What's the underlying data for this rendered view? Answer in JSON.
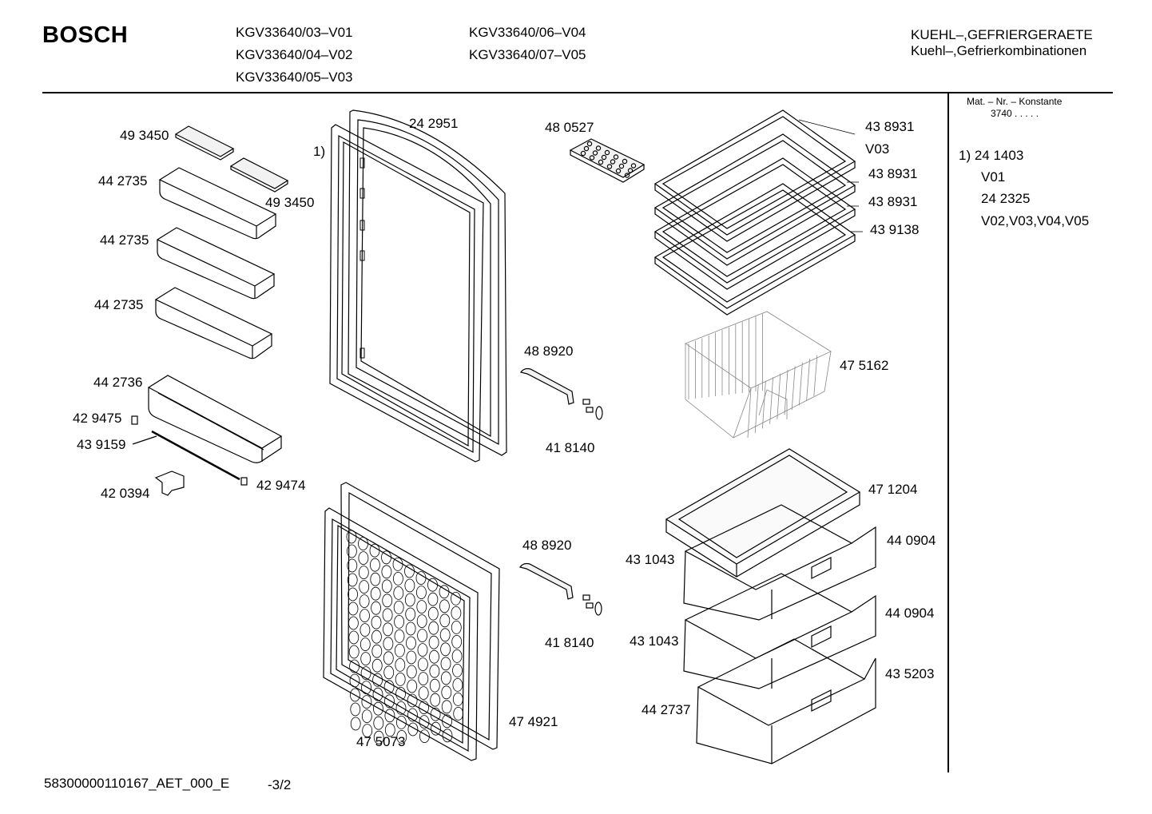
{
  "header": {
    "brand": "BOSCH",
    "models_col1": [
      "KGV33640/03–V01",
      "KGV33640/04–V02",
      "KGV33640/05–V03"
    ],
    "models_col2": [
      "KGV33640/06–V04",
      "KGV33640/07–V05"
    ],
    "category_line1": "KUEHL–,GEFRIERGERAETE",
    "category_line2": "Kuehl–,Gefrierkombinationen"
  },
  "side_panel": {
    "constant_label": "Mat. – Nr. – Konstante",
    "constant_value": "3740  .  .   .  .  .",
    "notes": [
      "1) 24 1403",
      "V01",
      "24 2325",
      "V02,V03,V04,V05"
    ]
  },
  "parts": {
    "p493450a": "49 3450",
    "p442735a": "44 2735",
    "p493450b": "49 3450",
    "p442735b": "44 2735",
    "p442735c": "44 2735",
    "p442736": "44 2736",
    "p429475": "42 9475",
    "p439159": "43 9159",
    "p420394": "42 0394",
    "p429474": "42 9474",
    "p242951": "24 2951",
    "note1": "1)",
    "p480527": "48 0527",
    "p438931a": "43 8931",
    "v03": "V03",
    "p438931b": "43 8931",
    "p438931c": "43 8931",
    "p439138": "43 9138",
    "p475162": "47 5162",
    "p488920a": "48 8920",
    "p418140a": "41 8140",
    "p471204": "47 1204",
    "p440904a": "44 0904",
    "p431043a": "43 1043",
    "p488920b": "48 8920",
    "p440904b": "44 0904",
    "p431043b": "43 1043",
    "p418140b": "41 8140",
    "p435203": "43 5203",
    "p442737": "44 2737",
    "p474921": "47 4921",
    "p475073": "47 5073"
  },
  "footer": {
    "doc_id": "58300000110167_AET_000_E",
    "page": "-3/2"
  }
}
